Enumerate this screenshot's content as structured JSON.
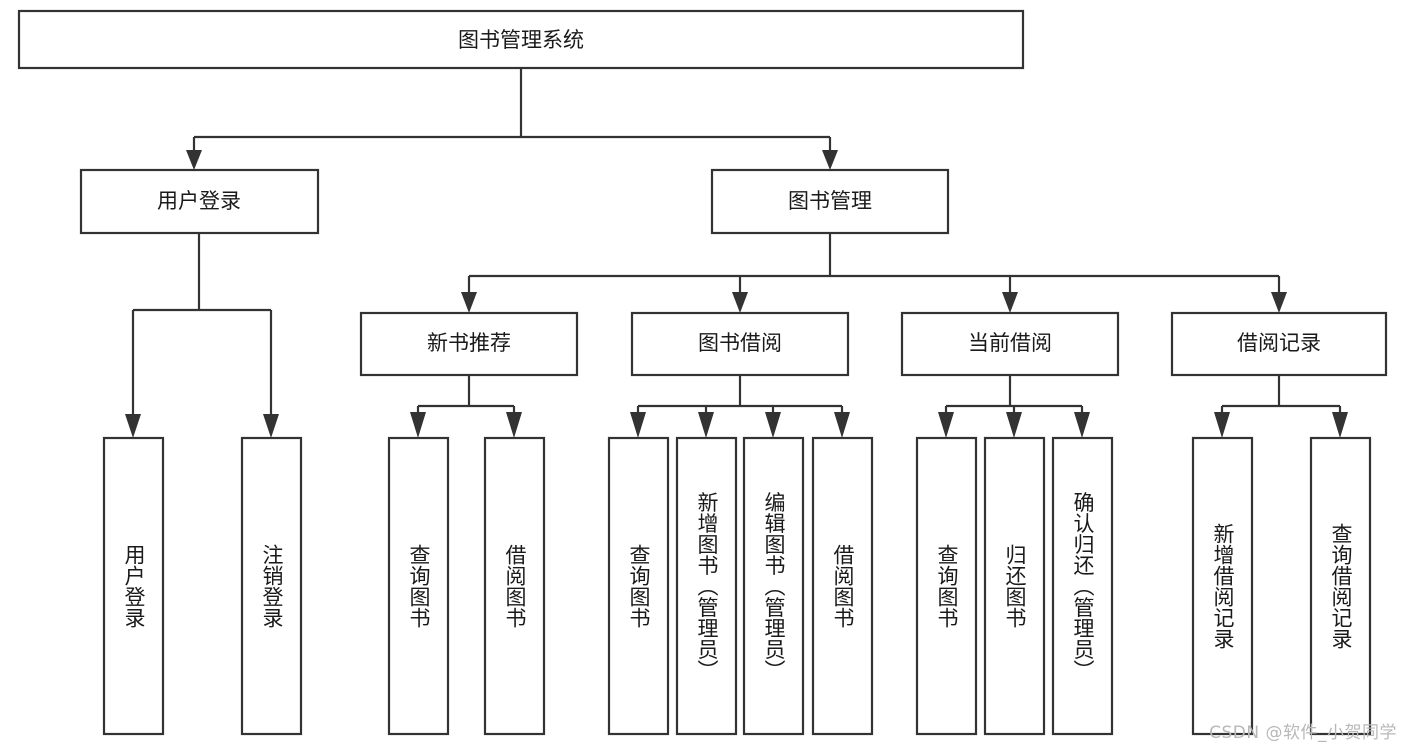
{
  "diagram": {
    "type": "tree-hierarchy",
    "title": "图书管理系统",
    "watermark": "CSDN @软件_小贺同学",
    "colors": {
      "stroke": "#333333",
      "fill": "#ffffff",
      "text": "#1a1a1a",
      "watermark": "#b8b8b8"
    },
    "levels": [
      {
        "level": 1,
        "nodes": [
          {
            "id": "root",
            "label": "图书管理系统",
            "orientation": "horizontal"
          }
        ]
      },
      {
        "level": 2,
        "nodes": [
          {
            "id": "user-login",
            "label": "用户登录",
            "orientation": "horizontal",
            "parent": "root"
          },
          {
            "id": "book-manage",
            "label": "图书管理",
            "orientation": "horizontal",
            "parent": "root"
          }
        ]
      },
      {
        "level": 3,
        "nodes": [
          {
            "id": "new-book-rec",
            "label": "新书推荐",
            "orientation": "horizontal",
            "parent": "book-manage"
          },
          {
            "id": "book-borrow",
            "label": "图书借阅",
            "orientation": "horizontal",
            "parent": "book-manage"
          },
          {
            "id": "current-borrow",
            "label": "当前借阅",
            "orientation": "horizontal",
            "parent": "book-manage"
          },
          {
            "id": "borrow-record",
            "label": "借阅记录",
            "orientation": "horizontal",
            "parent": "book-manage"
          }
        ]
      },
      {
        "level": 4,
        "nodes": [
          {
            "id": "leaf-user-login",
            "label": "用户登录",
            "orientation": "vertical",
            "parent": "user-login"
          },
          {
            "id": "leaf-logout",
            "label": "注销登录",
            "orientation": "vertical",
            "parent": "user-login"
          },
          {
            "id": "leaf-query-book-1",
            "label": "查询图书",
            "orientation": "vertical",
            "parent": "new-book-rec"
          },
          {
            "id": "leaf-borrow-book-1",
            "label": "借阅图书",
            "orientation": "vertical",
            "parent": "new-book-rec"
          },
          {
            "id": "leaf-query-book-2",
            "label": "查询图书",
            "orientation": "vertical",
            "parent": "book-borrow"
          },
          {
            "id": "leaf-add-book",
            "label": "新增图书（管理员）",
            "orientation": "vertical",
            "parent": "book-borrow"
          },
          {
            "id": "leaf-edit-book",
            "label": "编辑图书（管理员）",
            "orientation": "vertical",
            "parent": "book-borrow"
          },
          {
            "id": "leaf-borrow-book-2",
            "label": "借阅图书",
            "orientation": "vertical",
            "parent": "book-borrow"
          },
          {
            "id": "leaf-query-book-3",
            "label": "查询图书",
            "orientation": "vertical",
            "parent": "current-borrow"
          },
          {
            "id": "leaf-return-book",
            "label": "归还图书",
            "orientation": "vertical",
            "parent": "current-borrow"
          },
          {
            "id": "leaf-confirm-return",
            "label": "确认归还（管理员）",
            "orientation": "vertical",
            "parent": "current-borrow"
          },
          {
            "id": "leaf-add-record",
            "label": "新增借阅记录",
            "orientation": "vertical",
            "parent": "borrow-record"
          },
          {
            "id": "leaf-query-record",
            "label": "查询借阅记录",
            "orientation": "vertical",
            "parent": "borrow-record"
          }
        ]
      }
    ]
  }
}
